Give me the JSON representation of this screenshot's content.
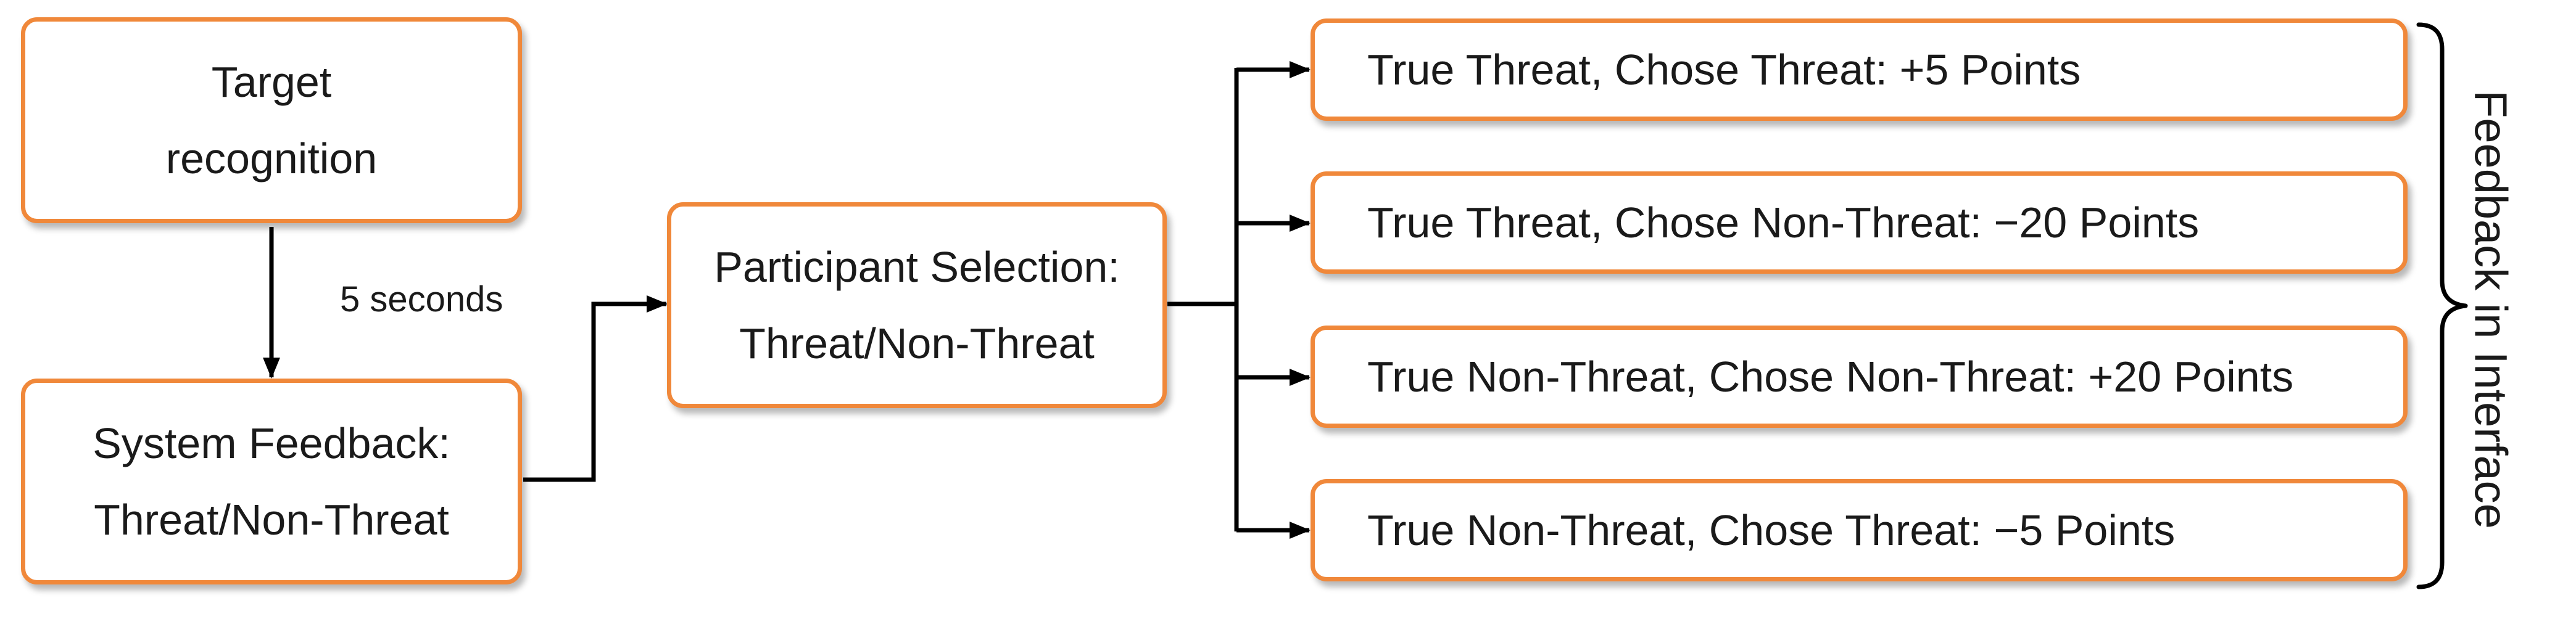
{
  "nodes": {
    "target": {
      "lines": [
        "Target",
        "recognition"
      ]
    },
    "system_feedback": {
      "lines": [
        "System Feedback:",
        "Threat/Non-Threat"
      ]
    },
    "participant": {
      "lines": [
        "Participant Selection:",
        "Threat/Non-Threat"
      ]
    }
  },
  "delay_label": "5 seconds",
  "outcomes": [
    {
      "label": "True Threat, Chose Threat: +5 Points"
    },
    {
      "label": "True Threat, Chose Non-Threat: −20 Points"
    },
    {
      "label": "True Non-Threat, Chose Non-Threat: +20 Points"
    },
    {
      "label": "True Non-Threat, Chose Threat: −5 Points"
    }
  ],
  "bracket_label": "Feedback in Interface",
  "colors": {
    "box_border": "#f0883a",
    "arrow": "#000000",
    "text": "#1a1a1a"
  }
}
